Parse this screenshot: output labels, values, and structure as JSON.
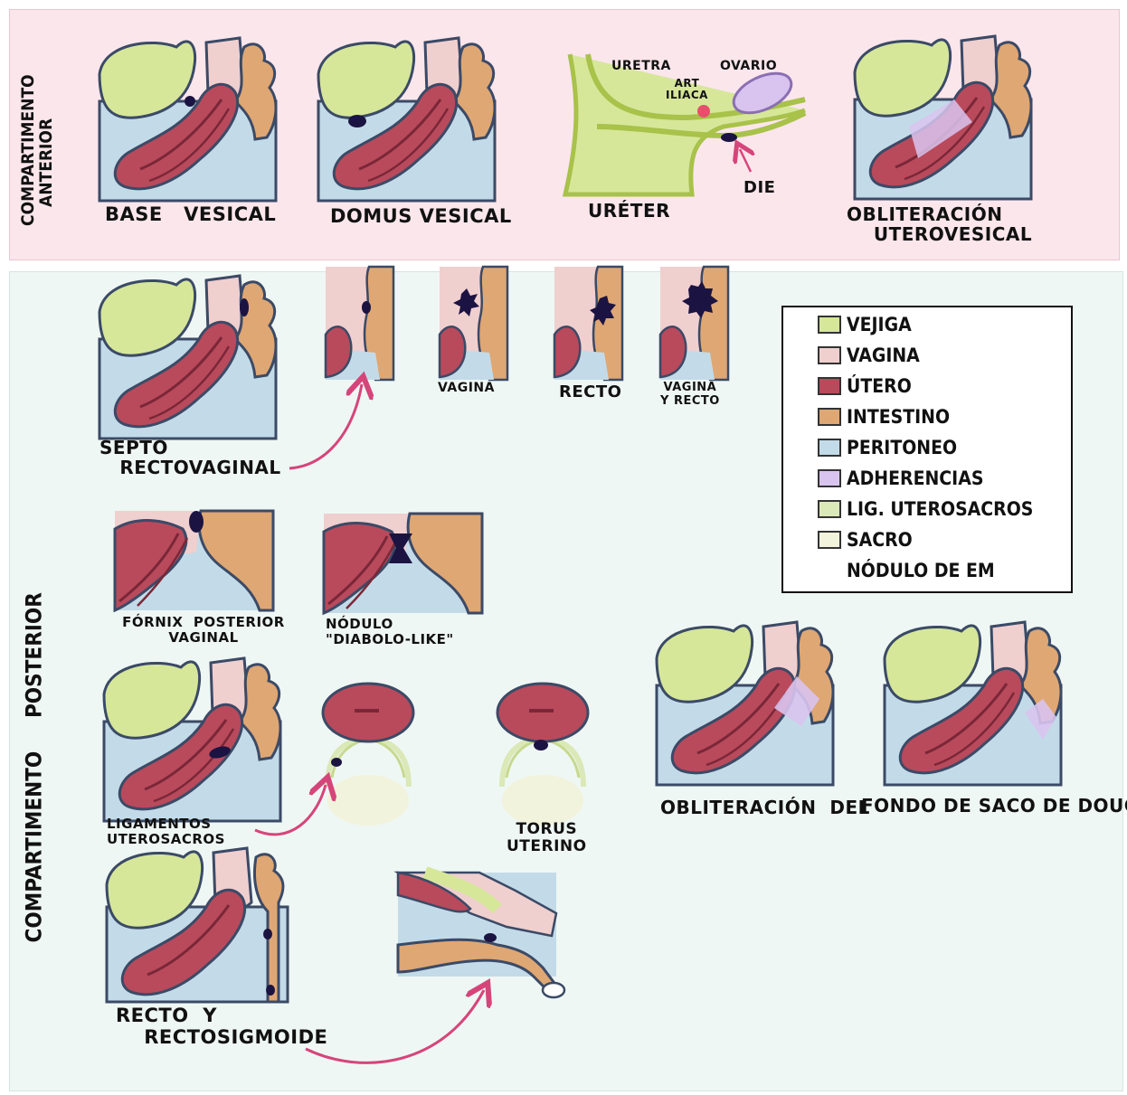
{
  "sections": {
    "anterior": "COMPARTIMENTO\nANTERIOR",
    "posterior_top": "POSTERIOR",
    "posterior_bottom": "COMPARTIMENTO"
  },
  "labels": {
    "base_vesical": "BASE   VESICAL",
    "domus_vesical": "DOMUS VESICAL",
    "ureter": "URÉTER",
    "uretra": "URETRA",
    "art_iliaca": "ART\nILIACA",
    "ovario": "OVARIO",
    "die": "DIE",
    "obliteracion_uterovesical": "OBLITERACIÓN\n    UTEROVESICAL",
    "septo_rectovaginal": "SEPTO\n   RECTOVAGINAL",
    "vagina": "VAGINA",
    "recto": "RECTO",
    "vagina_y_recto": "VAGINA\nY RECTO",
    "fornix": "FÓRNIX  POSTERIOR\nVAGINAL",
    "nodulo_diabolo": "NÓDULO\n\"DIABOLO-LIKE\"",
    "ligamentos_uterosacros": "LIGAMENTOS\nUTEROSACROS",
    "torus_uterino": "TORUS\nUTERINO",
    "obliteracion_del": "OBLITERACIÓN  DEL",
    "fondo_de_saco": "FONDO DE SACO DE DOUGLAS",
    "recto_rectosigmoide": "RECTO  Y\n    RECTOSIGMOIDE"
  },
  "legend": [
    {
      "label": "VEJIGA",
      "color": "#d6e79a"
    },
    {
      "label": "VAGINA",
      "color": "#f0cfcf"
    },
    {
      "label": "ÚTERO",
      "color": "#b84a5c"
    },
    {
      "label": "INTESTINO",
      "color": "#dfa773"
    },
    {
      "label": "PERITONEO",
      "color": "#c3dbe8"
    },
    {
      "label": "ADHERENCIAS",
      "color": "#d9c4ef"
    },
    {
      "label": "LIG. UTEROSACROS",
      "color": "#dbe8b7"
    },
    {
      "label": "SACRO",
      "color": "#f2f3dc"
    },
    {
      "label": "NÓDULO DE EM",
      "color": "#1b1442",
      "icon": "flower"
    }
  ],
  "colors": {
    "bladder": "#d6e79a",
    "vagina": "#f0cfcf",
    "uterus": "#b84a5c",
    "intestine": "#dfa773",
    "peritoneum": "#c3dbe8",
    "adhesion": "#d9c4ef",
    "nodule": "#1b1442",
    "arrow": "#d6457a",
    "anterior_bg": "#fbe6ec",
    "posterior_bg": "#eff7f4"
  }
}
